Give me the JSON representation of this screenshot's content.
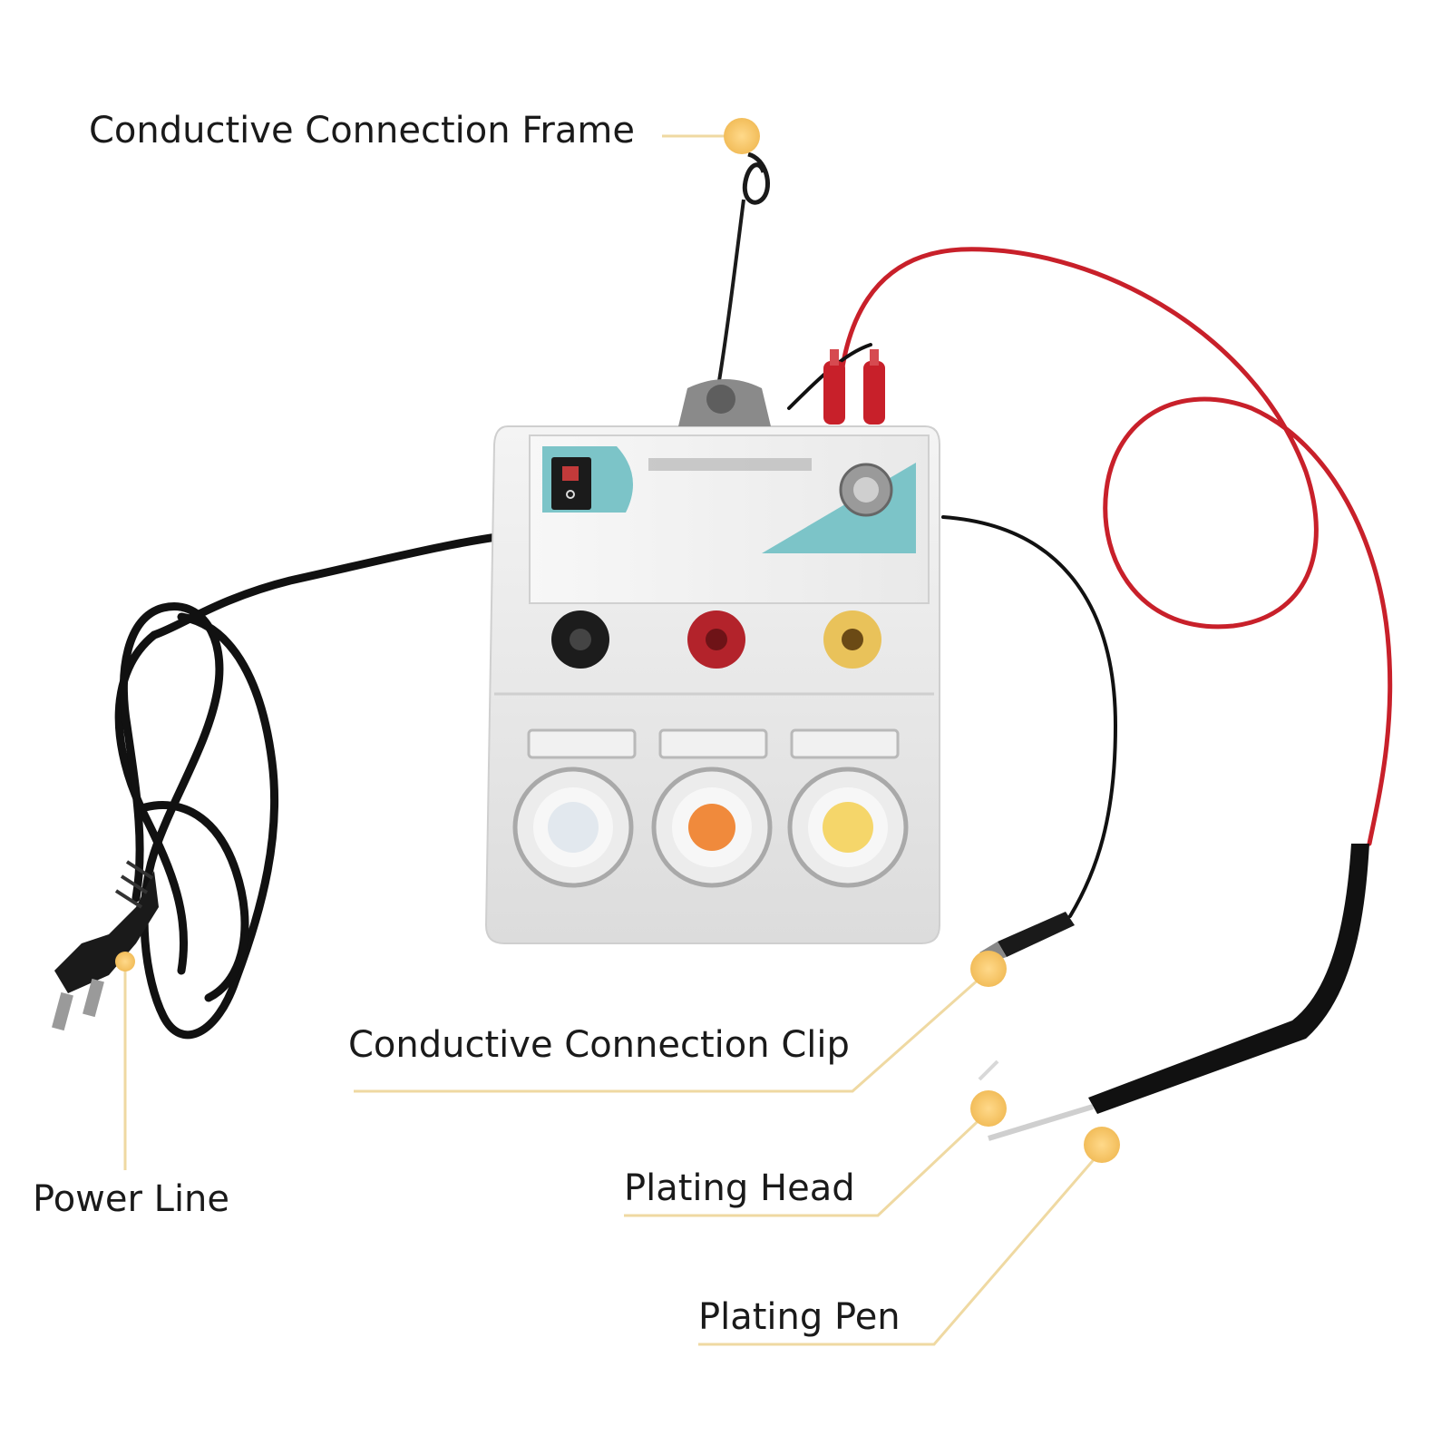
{
  "diagram": {
    "labels": {
      "frame": "Conductive Connection Frame",
      "clip": "Conductive Connection Clip",
      "power": "Power Line",
      "head": "Plating Head",
      "pen": "Plating Pen"
    },
    "device_brand_text": "",
    "colors": {
      "callout_dot": "#f6c86a",
      "callout_line": "#efd9a2",
      "panel_teal": "#7cc4c8",
      "body_gray": "#e6e6e6",
      "cable_black": "#111111",
      "cable_red": "#c8202a",
      "jack_black": "#1c1c1c",
      "jack_red": "#b3232b",
      "jack_yellow": "#e9c25a",
      "cup_orange": "#f08a3c",
      "cup_yellow": "#f5d66a"
    }
  }
}
